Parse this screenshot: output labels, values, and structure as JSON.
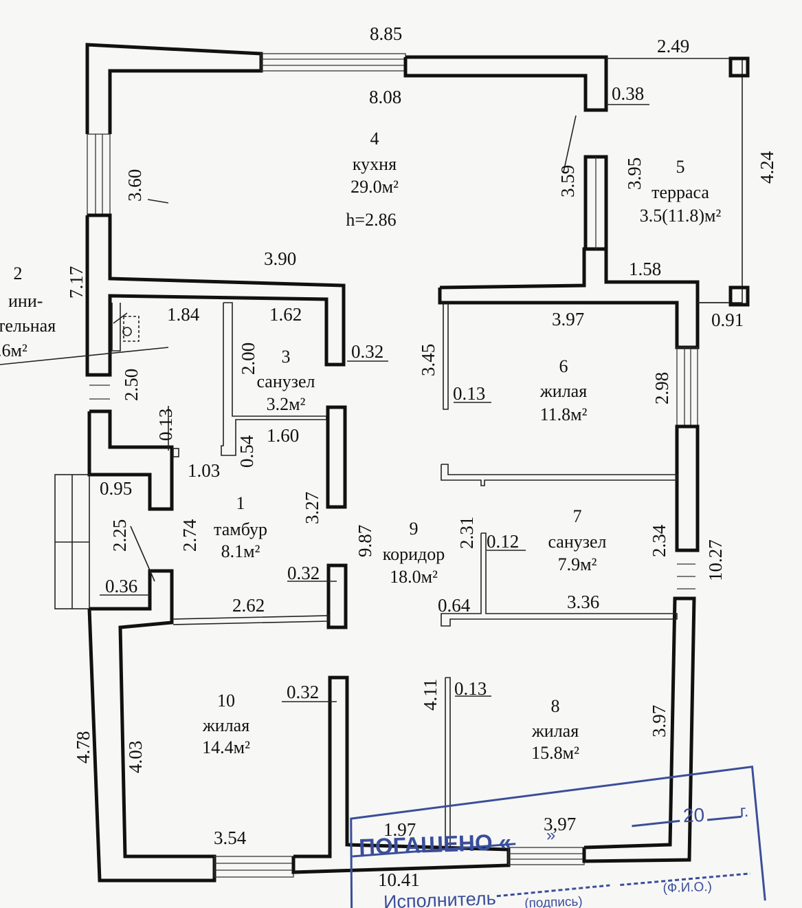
{
  "rooms": [
    {
      "id": "4",
      "name": "кухня",
      "area": "29.0м²",
      "extra": "h=2.86"
    },
    {
      "id": "5",
      "name": "терраса",
      "area": "3.5(11.8)м²"
    },
    {
      "id": "2",
      "name": "ини-\nтельная",
      "area": ".6м²"
    },
    {
      "id": "3",
      "name": "санузел",
      "area": "3.2м²"
    },
    {
      "id": "6",
      "name": "жилая",
      "area": "11.8м²"
    },
    {
      "id": "1",
      "name": "тамбур",
      "area": "8.1м²"
    },
    {
      "id": "9",
      "name": "коридор",
      "area": "18.0м²"
    },
    {
      "id": "7",
      "name": "санузел",
      "area": "7.9м²"
    },
    {
      "id": "10",
      "name": "жилая",
      "area": "14.4м²"
    },
    {
      "id": "8",
      "name": "жилая",
      "area": "15.8м²"
    }
  ],
  "dimensions": {
    "d885": "8.85",
    "d249": "2.49",
    "d808": "8.08",
    "d038": "0.38",
    "d360": "3.60",
    "d359": "3.59",
    "d395": "3.95",
    "d424": "4.24",
    "d717": "7.17",
    "d390": "3.90",
    "d158": "1.58",
    "d184": "1.84",
    "d162": "1.62",
    "d397a": "3.97",
    "d091": "0.91",
    "d200": "2.00",
    "d032a": "0.32",
    "d345": "3.45",
    "d250": "2.50",
    "d013a": "0.13",
    "d298": "2.98",
    "d013b": "0.13",
    "d054": "0.54",
    "d160": "1.60",
    "d103": "1.03",
    "d095": "0.95",
    "d327": "3.27",
    "d274": "2.74",
    "d225": "2.25",
    "d987": "9.87",
    "d231": "2.31",
    "d012": "0.12",
    "d234": "2.34",
    "d1027": "10.27",
    "d036": "0.36",
    "d032b": "0.32",
    "d262": "2.62",
    "d064": "0.64",
    "d336": "3.36",
    "d032c": "0.32",
    "d411": "4.11",
    "d013c": "0.13",
    "d478": "4.78",
    "d403": "4.03",
    "d397b": "3.97",
    "d354": "3.54",
    "d197": "1.97",
    "d397c": "3,97",
    "d1041": "10.41"
  },
  "stamp": {
    "title": "ПОГАШЕНО «",
    "quote_close": "»",
    "year": "20",
    "year_suffix": "г.",
    "executor": "Исполнитель",
    "signature": "(подпись)",
    "fio": "(Ф.И.О.)"
  },
  "colors": {
    "ink": "#111111",
    "stamp": "#3a4e9a",
    "paper": "#f7f7f5"
  }
}
